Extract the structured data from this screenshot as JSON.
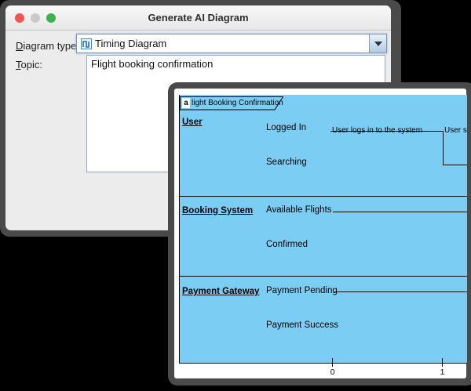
{
  "dialog": {
    "title": "Generate AI Diagram",
    "traffic_lights": {
      "close_color": "#f1564f",
      "minimize_color": "#c9c9c9",
      "zoom_color": "#3cb14c"
    },
    "diagram_type": {
      "label_mnemonic": "D",
      "label_rest": "iagram type:",
      "value": "Timing Diagram",
      "icon": "timing-diagram-icon"
    },
    "topic": {
      "label_mnemonic": "T",
      "label_rest": "opic:",
      "value": "Flight booking confirmation"
    }
  },
  "diagram_window": {
    "rim_color": "#4a4a4a",
    "canvas_color": "#7bcdf4",
    "tab": {
      "icon_char": "a",
      "label": "light Booking Confirmation"
    },
    "lanes": [
      {
        "name": "User",
        "states": [
          "Logged In",
          "Searching"
        ],
        "annotations": [
          "User logs in to the system",
          "User sea"
        ]
      },
      {
        "name": "Booking System",
        "states": [
          "Available Flights",
          "Confirmed"
        ]
      },
      {
        "name": "Payment Gateway",
        "states": [
          "Payment Pending",
          "Payment Success"
        ]
      }
    ],
    "timeline": {
      "user_transition": "Logged In from tick 0 to tick 1, then Searching",
      "booking_level": "Available Flights from tick 0 onward",
      "payment_level": "Payment Pending from tick 0 onward"
    },
    "ruler_ticks": [
      "0",
      "1"
    ]
  }
}
